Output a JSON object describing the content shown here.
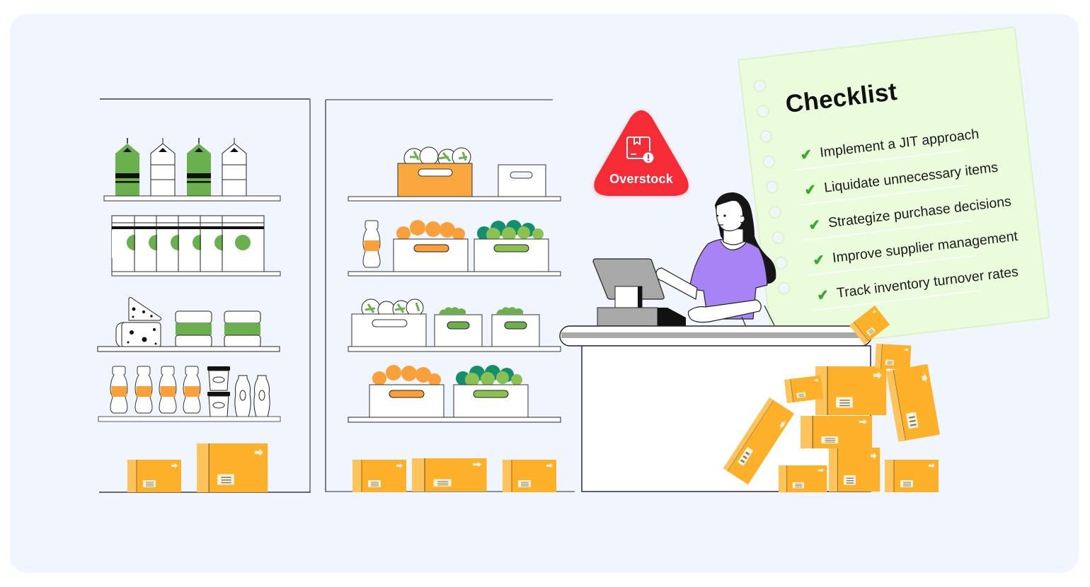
{
  "scene": {
    "background_color": "#f1f6fe",
    "description": "Illustration of a retail store with overstocked shelves, a cashier at a checkout counter, a pile of cardboard boxes, and a checklist note"
  },
  "badge": {
    "icon": "box-alert-icon",
    "label": "Overstock",
    "color": "#f52b35"
  },
  "checklist": {
    "title": "Checklist",
    "check_icon": "checkmark-icon",
    "check_color": "#3aa829",
    "paper_color": "#eafcdc",
    "items": [
      {
        "label": "Implement a JIT approach"
      },
      {
        "label": "Liquidate unnecessary items"
      },
      {
        "label": "Strategize purchase decisions"
      },
      {
        "label": "Improve supplier management"
      },
      {
        "label": "Track inventory turnover rates"
      }
    ]
  },
  "colors": {
    "box_orange": "#fdb12a",
    "box_side": "#fec35a",
    "produce_green": "#6ab04c",
    "produce_orange": "#f9a03a",
    "shirt_purple": "#a883f6",
    "register_gray": "#a8a8a8",
    "outline": "#3a3a44"
  }
}
